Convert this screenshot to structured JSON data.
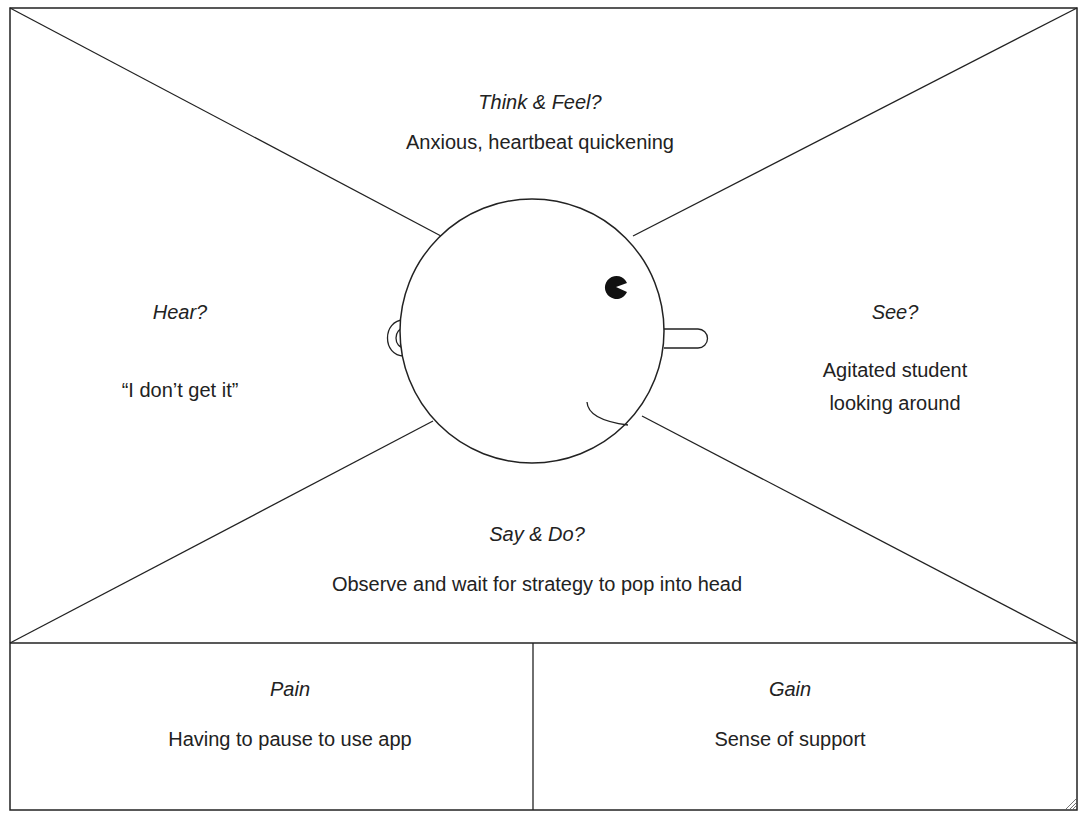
{
  "diagram": {
    "nodes": [
      {
        "text": [
          "Think & Feel?",
          "Anxious, heartbeat quickening"
        ]
      },
      {
        "text": [
          "Hear?",
          "“I don’t get it”"
        ]
      },
      {
        "text": [
          "See?",
          "Agitated student looking around"
        ]
      },
      {
        "text": [
          "Say & Do?",
          "Observe and wait for strategy to pop into head"
        ]
      },
      {
        "text": [
          "Pain",
          "Having to pause to use app"
        ]
      },
      {
        "text": [
          "Gain",
          "Sense of support"
        ]
      }
    ]
  }
}
